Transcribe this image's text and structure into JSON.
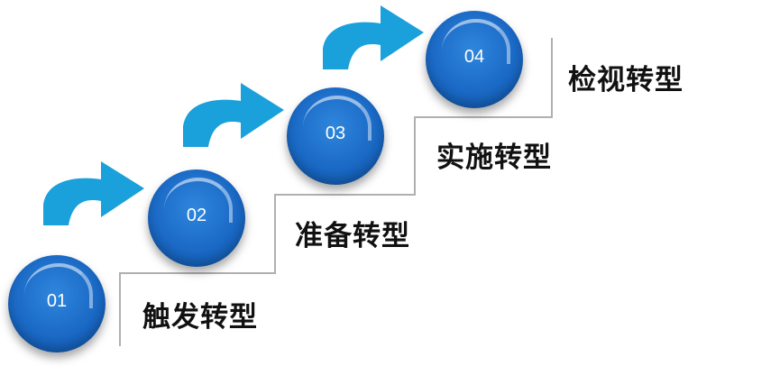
{
  "steps": [
    {
      "number": "01",
      "label": "触发转型"
    },
    {
      "number": "02",
      "label": "准备转型"
    },
    {
      "number": "03",
      "label": "实施转型"
    },
    {
      "number": "04",
      "label": "检视转型"
    }
  ],
  "colors": {
    "circle": "#1a69c5",
    "arrow": "#1aa0da",
    "stairs": "#b0b0b0",
    "label": "#111111"
  },
  "icons": [
    "curved-arrow-icon"
  ]
}
